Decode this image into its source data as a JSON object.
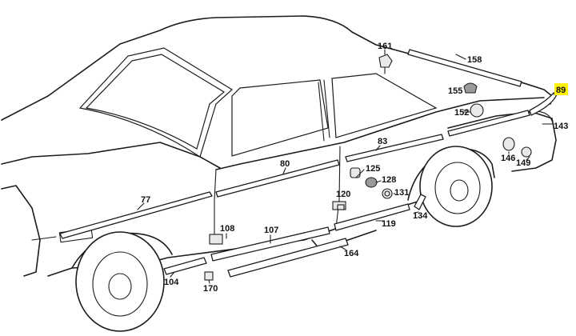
{
  "colors": {
    "highlight": "#fff200",
    "line": "#1c1c1c"
  },
  "callouts": {
    "c161": "161",
    "c158": "158",
    "c89": "89",
    "c155": "155",
    "c152": "152",
    "c143": "143",
    "c83": "83",
    "c80": "80",
    "c146": "146",
    "c149": "149",
    "c125": "125",
    "c128": "128",
    "c131": "131",
    "c120": "120",
    "c77": "77",
    "c134": "134",
    "c119": "119",
    "c108": "108",
    "c107": "107",
    "c164": "164",
    "c104": "104",
    "c170": "170"
  },
  "highlighted_callout": "89"
}
